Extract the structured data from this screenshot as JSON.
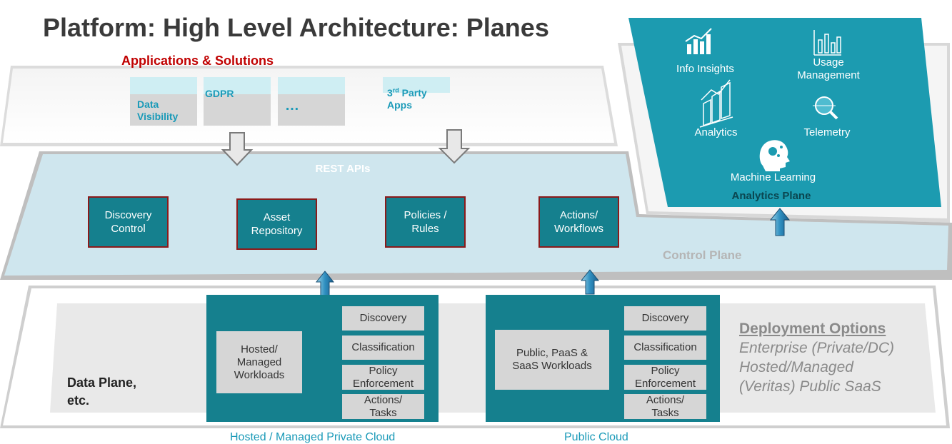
{
  "title": "Platform: High Level Architecture: Planes",
  "applications": {
    "heading": "Applications & Solutions",
    "items": [
      {
        "line1": "Data",
        "line2": "Visibility"
      },
      {
        "line1": "GDPR",
        "line2": ""
      },
      {
        "line1": "…",
        "line2": ""
      },
      {
        "line1": "3rd Party",
        "line2": "Apps"
      }
    ]
  },
  "control_plane": {
    "rest_label": "REST APIs",
    "label": "Control Plane",
    "boxes": [
      {
        "line1": "Discovery",
        "line2": "Control"
      },
      {
        "line1": "Asset",
        "line2": "Repository"
      },
      {
        "line1": "Policies /",
        "line2": "Rules"
      },
      {
        "line1": "Actions/",
        "line2": "Workflows"
      }
    ]
  },
  "analytics_plane": {
    "label": "Analytics Plane",
    "items": [
      {
        "line1": "Info Insights",
        "line2": "",
        "icon": "chart-icon"
      },
      {
        "line1": "Usage",
        "line2": "Management",
        "icon": "bar-chart-icon"
      },
      {
        "line1": "Analytics",
        "line2": "",
        "icon": "3d-chart-icon"
      },
      {
        "line1": "Telemetry",
        "line2": "",
        "icon": "magnifier-icon"
      },
      {
        "line1": "Machine Learning",
        "line2": "",
        "icon": "brain-head-icon"
      }
    ]
  },
  "data_plane": {
    "label_line1": "Data Plane,",
    "label_line2": "etc.",
    "clusters": [
      {
        "workload": {
          "line1": "Hosted/",
          "line2": "Managed",
          "line3": "Workloads"
        },
        "functions": [
          {
            "line1": "Discovery",
            "line2": ""
          },
          {
            "line1": "Classification",
            "line2": ""
          },
          {
            "line1": "Policy",
            "line2": "Enforcement"
          },
          {
            "line1": "Actions/",
            "line2": "Tasks"
          }
        ],
        "caption": "Hosted / Managed Private Cloud"
      },
      {
        "workload": {
          "line1": "Public, PaaS &",
          "line2": "SaaS Workloads",
          "line3": ""
        },
        "functions": [
          {
            "line1": "Discovery",
            "line2": ""
          },
          {
            "line1": "Classification",
            "line2": ""
          },
          {
            "line1": "Policy",
            "line2": "Enforcement"
          },
          {
            "line1": "Actions/",
            "line2": "Tasks"
          }
        ],
        "caption": "Public Cloud"
      }
    ]
  },
  "deployment": {
    "heading": "Deployment Options",
    "items": [
      "Enterprise (Private/DC)",
      "Hosted/Managed",
      "(Veritas) Public SaaS"
    ]
  },
  "colors": {
    "teal": "#15808e",
    "analytics_teal": "#1c9bb0",
    "control_plane_fill": "#cfe6ee",
    "accent_red": "#c00000",
    "box_border": "#8b1a1a"
  }
}
